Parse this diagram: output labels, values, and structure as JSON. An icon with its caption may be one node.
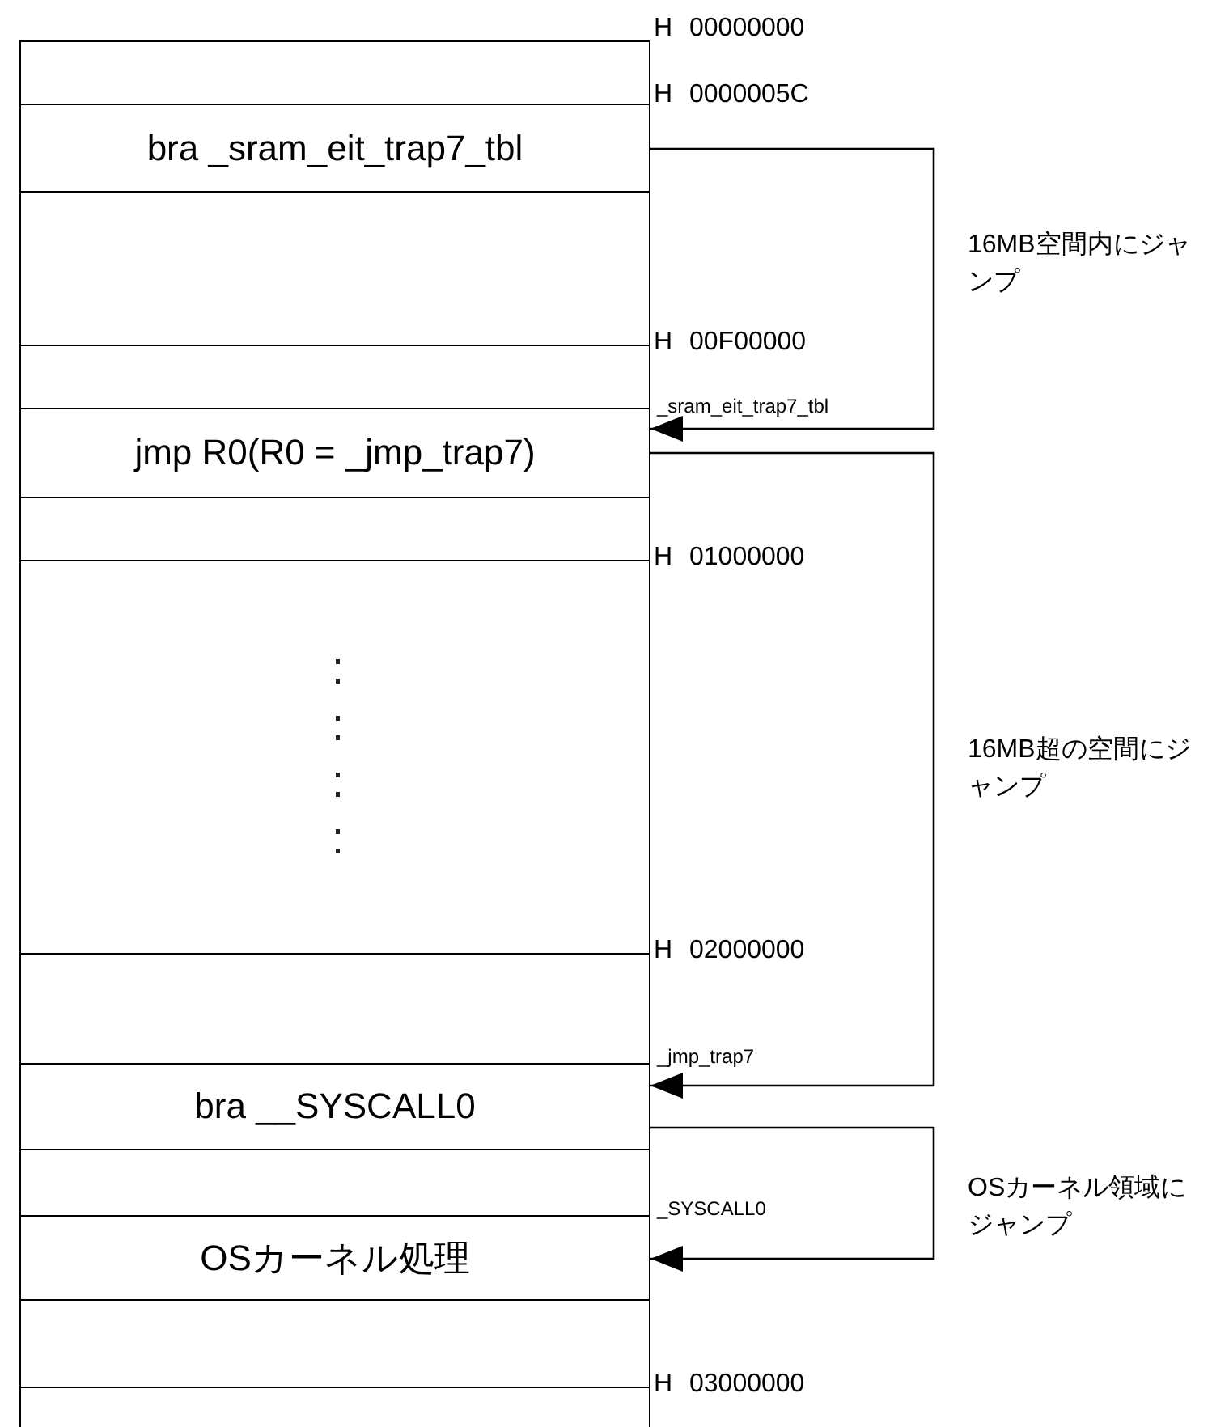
{
  "diagram": {
    "nodes": [
      {
        "text": [],
        "shape": "box"
      },
      {
        "text": [
          "bra _sram_eit_trap7_tbl"
        ]
      },
      {
        "text": [],
        "shape": "box"
      },
      {
        "text": [],
        "shape": "box"
      },
      {
        "text": [
          "jmp R0(R0 = _jmp_trap7)"
        ]
      },
      {
        "text": [],
        "shape": "box"
      },
      {
        "text": [],
        "shape": "box"
      },
      {
        "text": [],
        "shape": "box"
      },
      {
        "text": [
          "bra __SYSCALL0"
        ]
      },
      {
        "text": [],
        "shape": "box"
      },
      {
        "text": [
          "OSカーネル処理"
        ]
      },
      {
        "text": [],
        "shape": "box"
      },
      {
        "text": [],
        "shape": "box"
      }
    ],
    "edges": [
      {
        "from": 1,
        "to": 4,
        "arrow": "to",
        "label": "16MB空間内にジャンプ"
      },
      {
        "from": 4,
        "to": 8,
        "arrow": "to",
        "label": "16MB超の空間にジャンプ"
      },
      {
        "from": 8,
        "to": 10,
        "arrow": "to",
        "label": "OSカーネル領域にジャンプ"
      }
    ],
    "labels": [
      "H 00000000",
      "H 0000005C",
      "H 00F00000",
      "_sram_eit_trap7_tbl",
      "H 01000000",
      "H 02000000",
      "_jmp_trap7",
      "_SYSCALL0",
      "H 03000000"
    ]
  }
}
